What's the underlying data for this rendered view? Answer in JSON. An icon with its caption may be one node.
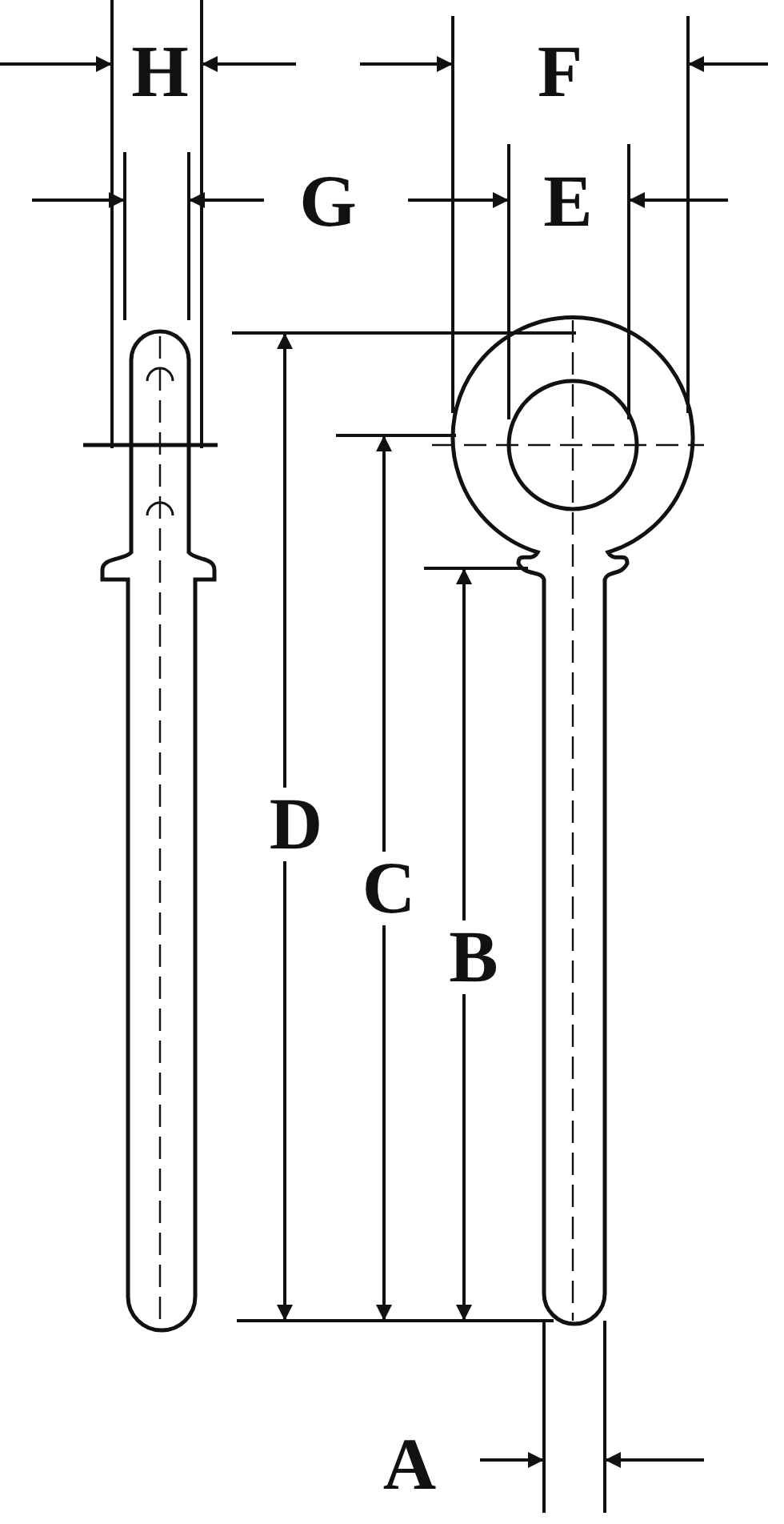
{
  "diagram": {
    "labels": [
      "H",
      "F",
      "G",
      "E",
      "D",
      "C",
      "B",
      "A"
    ]
  }
}
